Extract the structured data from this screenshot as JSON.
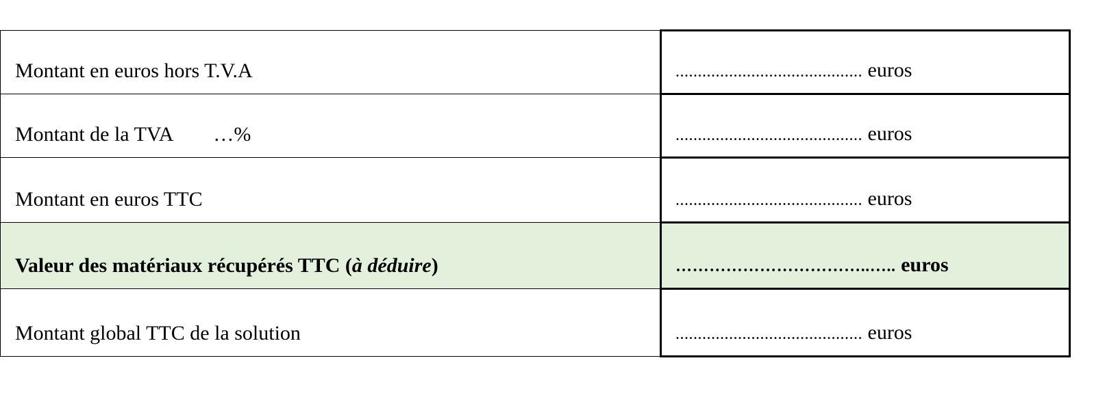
{
  "rows": [
    {
      "label": "Montant en euros hors T.V.A",
      "dots": "..........................................",
      "unit": "euros"
    },
    {
      "label": "Montant de la TVA",
      "suffix": "…%",
      "dots": "..........................................",
      "unit": "euros"
    },
    {
      "label": "Montant en euros TTC",
      "dots": "..........................................",
      "unit": "euros"
    },
    {
      "label": "Valeur des matériaux récupérés TTC (",
      "label_italic": "à déduire",
      "label_end": ")",
      "dots": "……………………………..…..",
      "unit": "euros"
    },
    {
      "label": "Montant global TTC de la solution",
      "dots": "..........................................",
      "unit": "euros"
    }
  ],
  "colors": {
    "highlight": "#e3f1dc",
    "border": "#000000"
  }
}
